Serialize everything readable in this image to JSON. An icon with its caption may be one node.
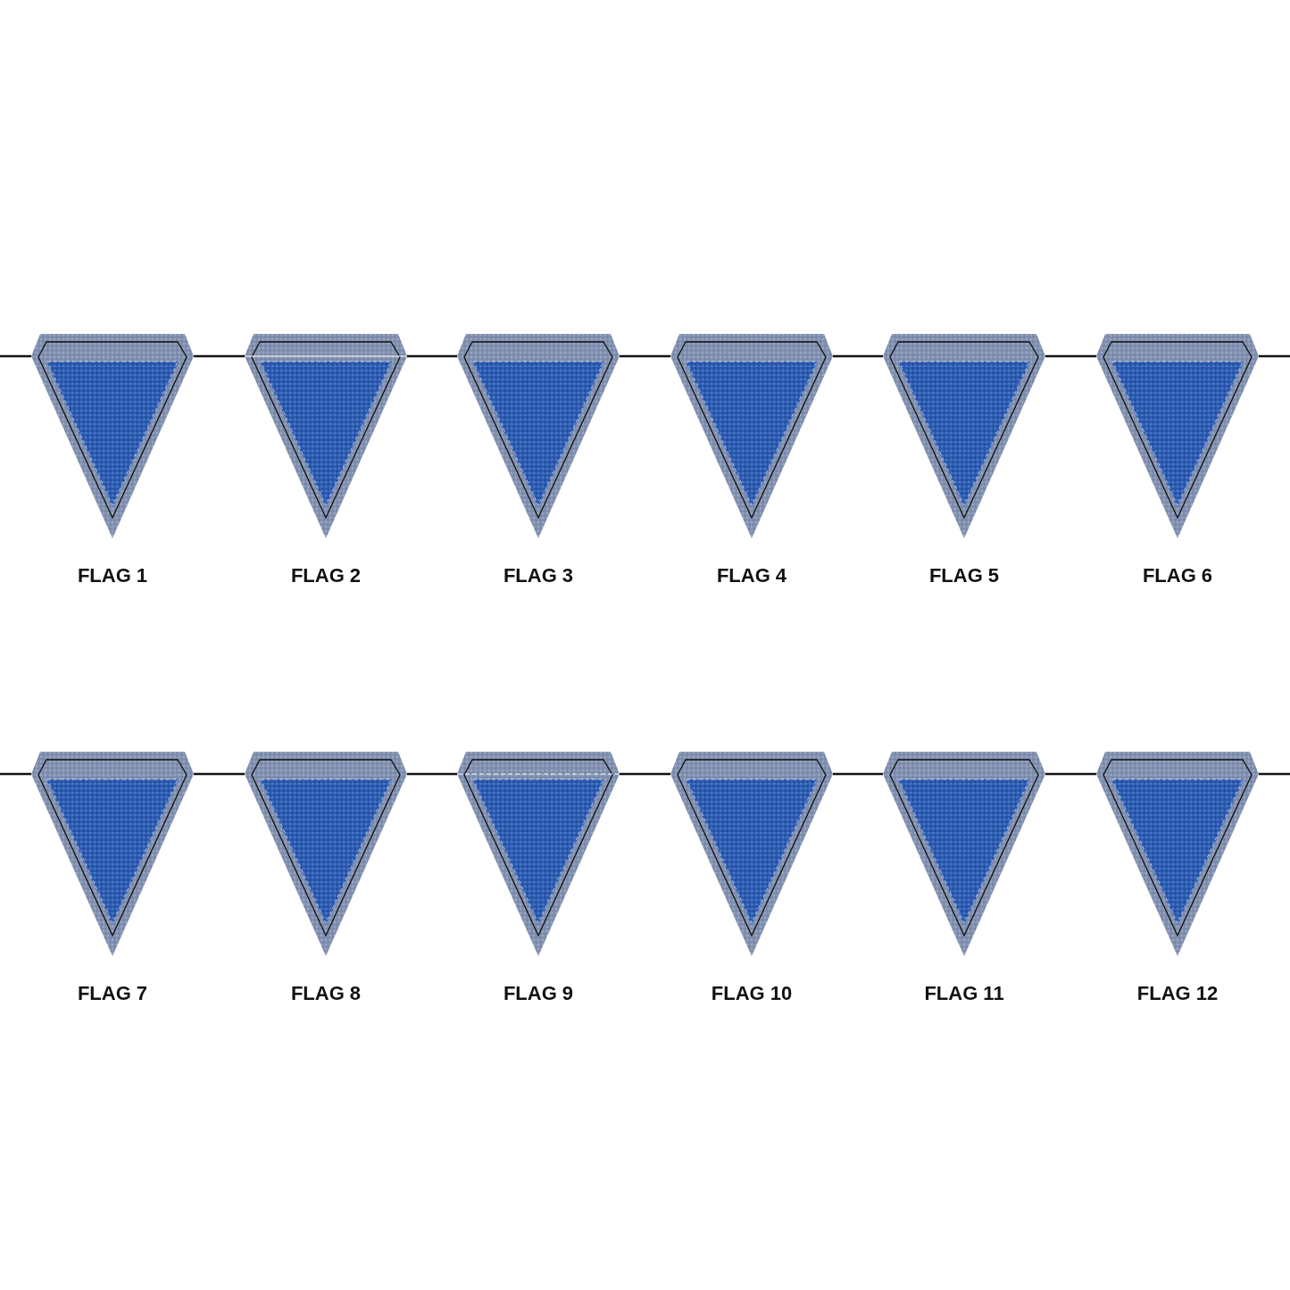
{
  "diagram": {
    "nodes": [
      {
        "text": [],
        "shape": "pennant",
        "beside": [
          "FLAG 1"
        ]
      },
      {
        "text": [],
        "shape": "pennant",
        "beside": [
          "FLAG 2"
        ]
      },
      {
        "text": [],
        "shape": "pennant",
        "beside": [
          "FLAG 3"
        ]
      },
      {
        "text": [],
        "shape": "pennant",
        "beside": [
          "FLAG 4"
        ]
      },
      {
        "text": [],
        "shape": "pennant",
        "beside": [
          "FLAG 5"
        ]
      },
      {
        "text": [],
        "shape": "pennant",
        "beside": [
          "FLAG 6"
        ]
      },
      {
        "text": [],
        "shape": "pennant",
        "beside": [
          "FLAG 7"
        ]
      },
      {
        "text": [],
        "shape": "pennant",
        "beside": [
          "FLAG 8"
        ]
      },
      {
        "text": [],
        "shape": "pennant",
        "beside": [
          "FLAG 9"
        ]
      },
      {
        "text": [],
        "shape": "pennant",
        "beside": [
          "FLAG 10"
        ]
      },
      {
        "text": [],
        "shape": "pennant",
        "beside": [
          "FLAG 11"
        ]
      },
      {
        "text": [],
        "shape": "pennant",
        "beside": [
          "FLAG 12"
        ]
      }
    ],
    "edges": [
      {
        "from": null,
        "to": 0,
        "arrow": "none"
      },
      {
        "from": 0,
        "to": 1,
        "arrow": "none"
      },
      {
        "from": 1,
        "to": 2,
        "arrow": "none"
      },
      {
        "from": 2,
        "to": 3,
        "arrow": "none"
      },
      {
        "from": 3,
        "to": 4,
        "arrow": "none"
      },
      {
        "from": 4,
        "to": 5,
        "arrow": "none"
      },
      {
        "from": 5,
        "to": null,
        "arrow": "none"
      },
      {
        "from": null,
        "to": 6,
        "arrow": "none"
      },
      {
        "from": 6,
        "to": 7,
        "arrow": "none"
      },
      {
        "from": 7,
        "to": 8,
        "arrow": "none"
      },
      {
        "from": 8,
        "to": 9,
        "arrow": "none"
      },
      {
        "from": 9,
        "to": 10,
        "arrow": "none"
      },
      {
        "from": 10,
        "to": 11,
        "arrow": "none"
      },
      {
        "from": 11,
        "to": null,
        "arrow": "none"
      }
    ]
  }
}
